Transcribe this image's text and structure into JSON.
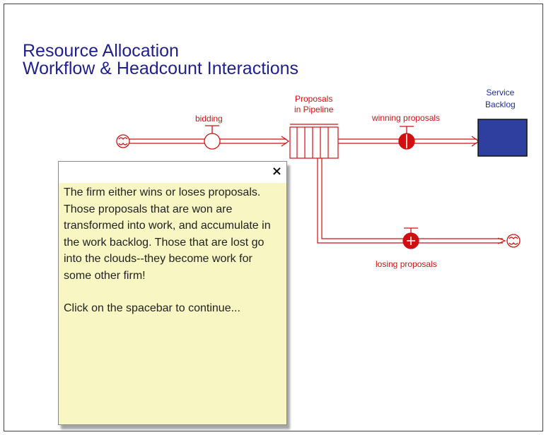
{
  "title": {
    "line1": "Resource Allocation",
    "line2": "Workflow & Headcount Interactions"
  },
  "diagram": {
    "stock_pipeline": "Proposals\nin Pipeline",
    "stock_backlog": "Service\nBacklog",
    "flow_bidding": "bidding",
    "flow_winning": "winning proposals",
    "flow_losing": "losing proposals",
    "icons": [
      "cloud-source-icon",
      "cloud-sink-icon",
      "valve-icon",
      "stock-box-icon"
    ],
    "colors": {
      "flow": "#d01010",
      "backlog": "#2f3f9f",
      "title": "#1f1f8f",
      "note": "#f8f6c2"
    }
  },
  "popup": {
    "close_label": "×",
    "paragraph1": "The firm either wins or loses proposals.  Those proposals that are won are transformed into work, and accumulate in the work backlog.  Those that are lost go into the clouds--they become work for some other firm!",
    "paragraph2": "Click on the spacebar to continue..."
  }
}
